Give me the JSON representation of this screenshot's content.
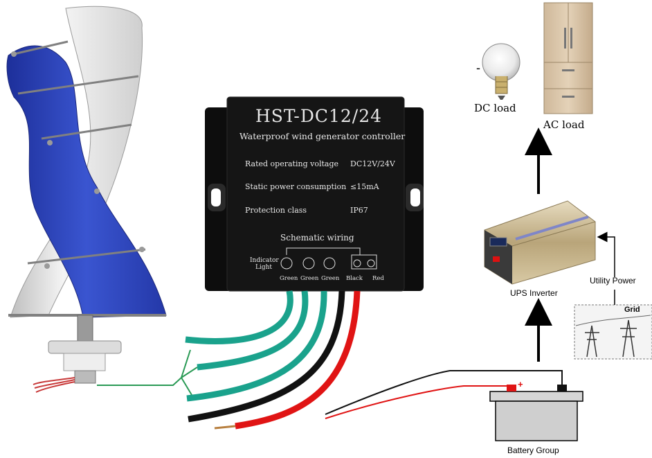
{
  "controller": {
    "model": "HST-DC12/24",
    "subtitle": "Waterproof wind generator controller",
    "specs": [
      {
        "label": "Rated operating voltage",
        "value": "DC12V/24V"
      },
      {
        "label": "Static power consumption",
        "value": "≤15mA"
      },
      {
        "label": "Protection class",
        "value": "IP67"
      }
    ],
    "wiring_title": "Schematic wiring",
    "indicator_label_line1": "Indicator",
    "indicator_label_line2": "Light",
    "terminals": [
      "Green",
      "Green",
      "Green",
      "Black",
      "Red"
    ]
  },
  "loads": {
    "dc_load": "DC load",
    "ac_load": "AC load"
  },
  "devices": {
    "ups_inverter": "UPS Inverter",
    "utility_power": "Utility Power",
    "grid": "Grid",
    "battery_group": "Battery Group",
    "battery_plus": "+",
    "bulb_minus": "-"
  },
  "colors": {
    "blade_blue": "#2e45b8",
    "blade_white": "#e4e4e4",
    "wire_teal": "#1aa28c",
    "wire_black": "#111111",
    "wire_red": "#e01414",
    "controller_body": "#151515"
  }
}
